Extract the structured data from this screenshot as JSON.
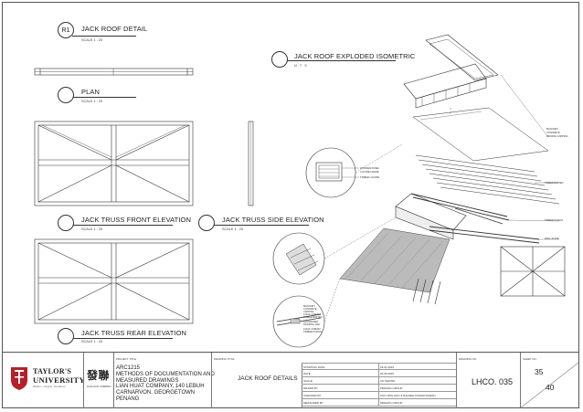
{
  "sheet": {
    "views": {
      "jack_roof_detail": {
        "ref": "R1",
        "title": "JACK ROOF DETAIL",
        "scale": "SCALE 1 : 25"
      },
      "plan": {
        "title": "PLAN",
        "scale": "SCALE 1 : 25"
      },
      "exploded": {
        "title": "JACK ROOF EXPLODED ISOMETRIC",
        "scale": "N . T . S"
      },
      "front": {
        "title": "JACK TRUSS FRONT ELEVATION",
        "scale": "SCALE 1 : 25"
      },
      "side": {
        "title": "JACK TRUSS SIDE ELEVATION",
        "scale": "SCALE 1 : 25"
      },
      "rear": {
        "title": "JACK TRUSS REAR ELEVATION",
        "scale": "SCALE 1 : 25"
      }
    },
    "annotations": {
      "ridge": [
        "MASONRY",
        "CONCRETE",
        "RIDGING CAPPING"
      ],
      "callout1": [
        "WOODEN PANEL",
        "LOUVRE FRAME"
      ],
      "callout1b": "TIMBER LOUVRE",
      "timber_batten": "TIMBER BATTEN",
      "timber_purlin": "TIMBER PURLIN",
      "wall_plate": "WALL PLATE",
      "callout3": [
        "MASONRY",
        "CONCRETE",
        "CAPPING",
        "4-NAIL & BEAM",
        "TIMBER BATTEN",
        "GALVANISED",
        "ROOFING NAIL",
        "4-NAIL & BEAM",
        "TIMBER PURLIN"
      ]
    }
  },
  "title_block": {
    "university": {
      "line1": "TAYLOR'S",
      "line2": "UNIVERSITY",
      "tagline": "Wisdom · Integrity · Excellence"
    },
    "firm": {
      "name_cn": "發聯",
      "name_en": "LIAN HUAT COMPANY"
    },
    "headers": {
      "project_title": "PROJECT TITLE",
      "drawing_title": "DRAWING TITLE",
      "drawing_no": "DRAWING NO.",
      "sheet_no": "SHEET NO."
    },
    "project": [
      "ARC1215",
      "METHODS OF DOCUMENTATION AND",
      "MEASURED DRAWINGS",
      "LIAN HUAT COMPANY, 140 LEBUH",
      "CARNARVON, GEORGETOWN",
      "PENANG"
    ],
    "drawing_title": "JACK ROOF DETAILS",
    "info": [
      {
        "k": "STARTING DATE",
        "v": "18.01.2015"
      },
      {
        "k": "DATE",
        "v": "02.06.2015"
      },
      {
        "k": "SCALE",
        "v": "AS SHOWN"
      },
      {
        "k": "DRAWN BY",
        "v": "PENANG GROUP"
      },
      {
        "k": "CHECKED BY",
        "v": "KOH JING HAO & RANJEH KUMAR RAMAN"
      },
      {
        "k": "MEASURED BY",
        "v": "PENANG GROUP"
      }
    ],
    "drawing_no": "LHCO. 035",
    "sheet_no": "35",
    "sheet_total": "40",
    "colors": {
      "crest_red": "#b5202b",
      "line": "#333333"
    }
  }
}
